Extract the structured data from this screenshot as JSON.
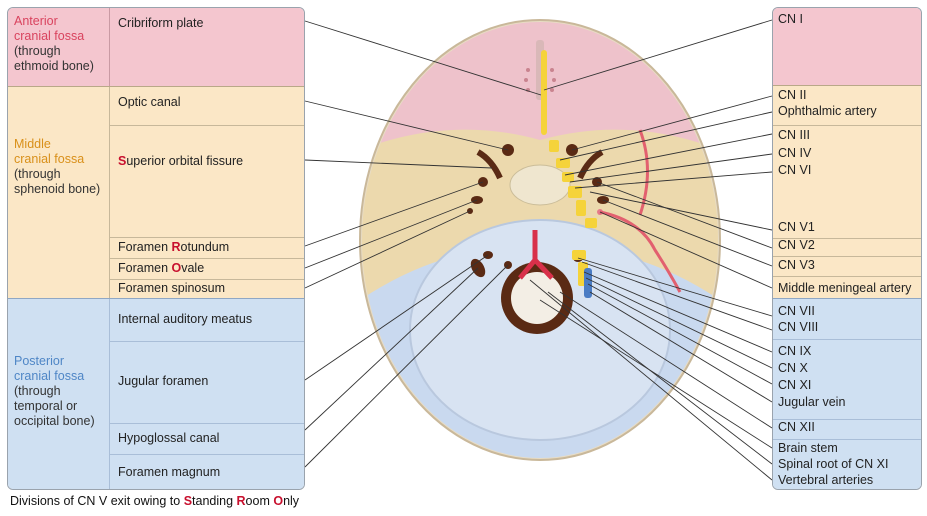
{
  "left_panel": {
    "anterior": {
      "title_line1": "Anterior",
      "title_line2": "cranial fossa",
      "sub": [
        "(through",
        "ethmoid bone)"
      ],
      "items": [
        "Cribriform plate"
      ]
    },
    "middle": {
      "title_line1": "Middle",
      "title_line2": "cranial fossa",
      "sub": [
        "(through",
        "sphenoid bone)"
      ],
      "items": [
        "Optic canal",
        "Superior orbital fissure",
        "Foramen Rotundum",
        "Foramen Ovale",
        "Foramen spinosum"
      ]
    },
    "posterior": {
      "title_line1": "Posterior",
      "title_line2": "cranial fossa",
      "sub": [
        "(through",
        "temporal or",
        "occipital bone)"
      ],
      "items": [
        "Internal auditory meatus",
        "Jugular foramen",
        "Hypoglossal canal",
        "Foramen magnum"
      ]
    }
  },
  "right_panel": {
    "groups": [
      [
        "CN I"
      ],
      [
        "CN II",
        "Ophthalmic artery"
      ],
      [
        "CN III",
        "CN IV",
        "CN VI"
      ],
      [
        "CN V1"
      ],
      [
        "CN V2"
      ],
      [
        "CN V3"
      ],
      [
        "Middle meningeal artery"
      ],
      [
        "CN VII",
        "CN VIII"
      ],
      [
        "CN IX",
        "CN X",
        "CN XI",
        "Jugular vein"
      ],
      [
        "CN XII"
      ],
      [
        "Brain stem",
        "Spinal root of CN XI",
        "Vertebral arteries"
      ]
    ]
  },
  "caption": "Divisions of CN V exit owing to Standing Room Only",
  "colors": {
    "anterior": "#f4c6cf",
    "middle": "#fbe7c6",
    "posterior": "#cfe0f2",
    "anterior_title": "#d9435e",
    "middle_title": "#d9901a",
    "posterior_title": "#4f86c6",
    "mnemonic": "#c8102e"
  }
}
